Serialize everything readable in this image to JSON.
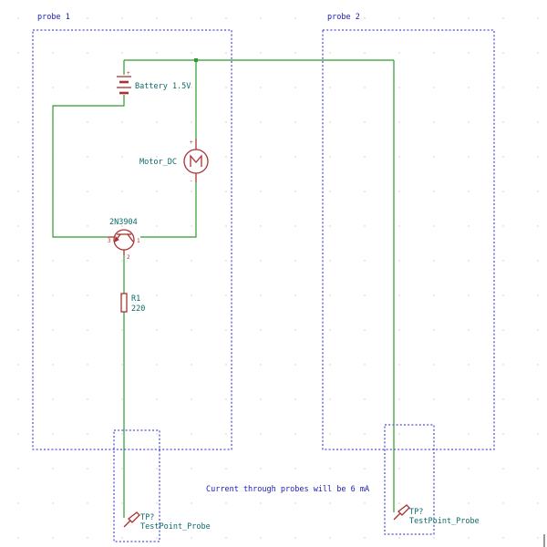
{
  "sheets": {
    "probe1_label": "probe 1",
    "probe2_label": "probe 2"
  },
  "components": {
    "battery": {
      "label": "Battery 1.5V",
      "pin_plus": "+"
    },
    "motor": {
      "label": "Motor_DC",
      "glyph": "M",
      "pin_plus": "+",
      "pin_minus": "-"
    },
    "transistor": {
      "label": "2N3904",
      "pin_b": "3",
      "pin_c": "1",
      "pin_e": "2"
    },
    "resistor": {
      "ref": "R1",
      "value": "220"
    },
    "tp_left": {
      "ref": "TP?",
      "value": "TestPoint_Probe"
    },
    "tp_right": {
      "ref": "TP?",
      "value": "TestPoint_Probe"
    }
  },
  "note": "Current through probes will be 6 mA",
  "colors": {
    "wire": "#2f9a2f",
    "sheet_border": "#2222cc",
    "symbol": "#a83232",
    "text_blue": "#1a1ab8",
    "text_ref": "#0a6b6b"
  }
}
